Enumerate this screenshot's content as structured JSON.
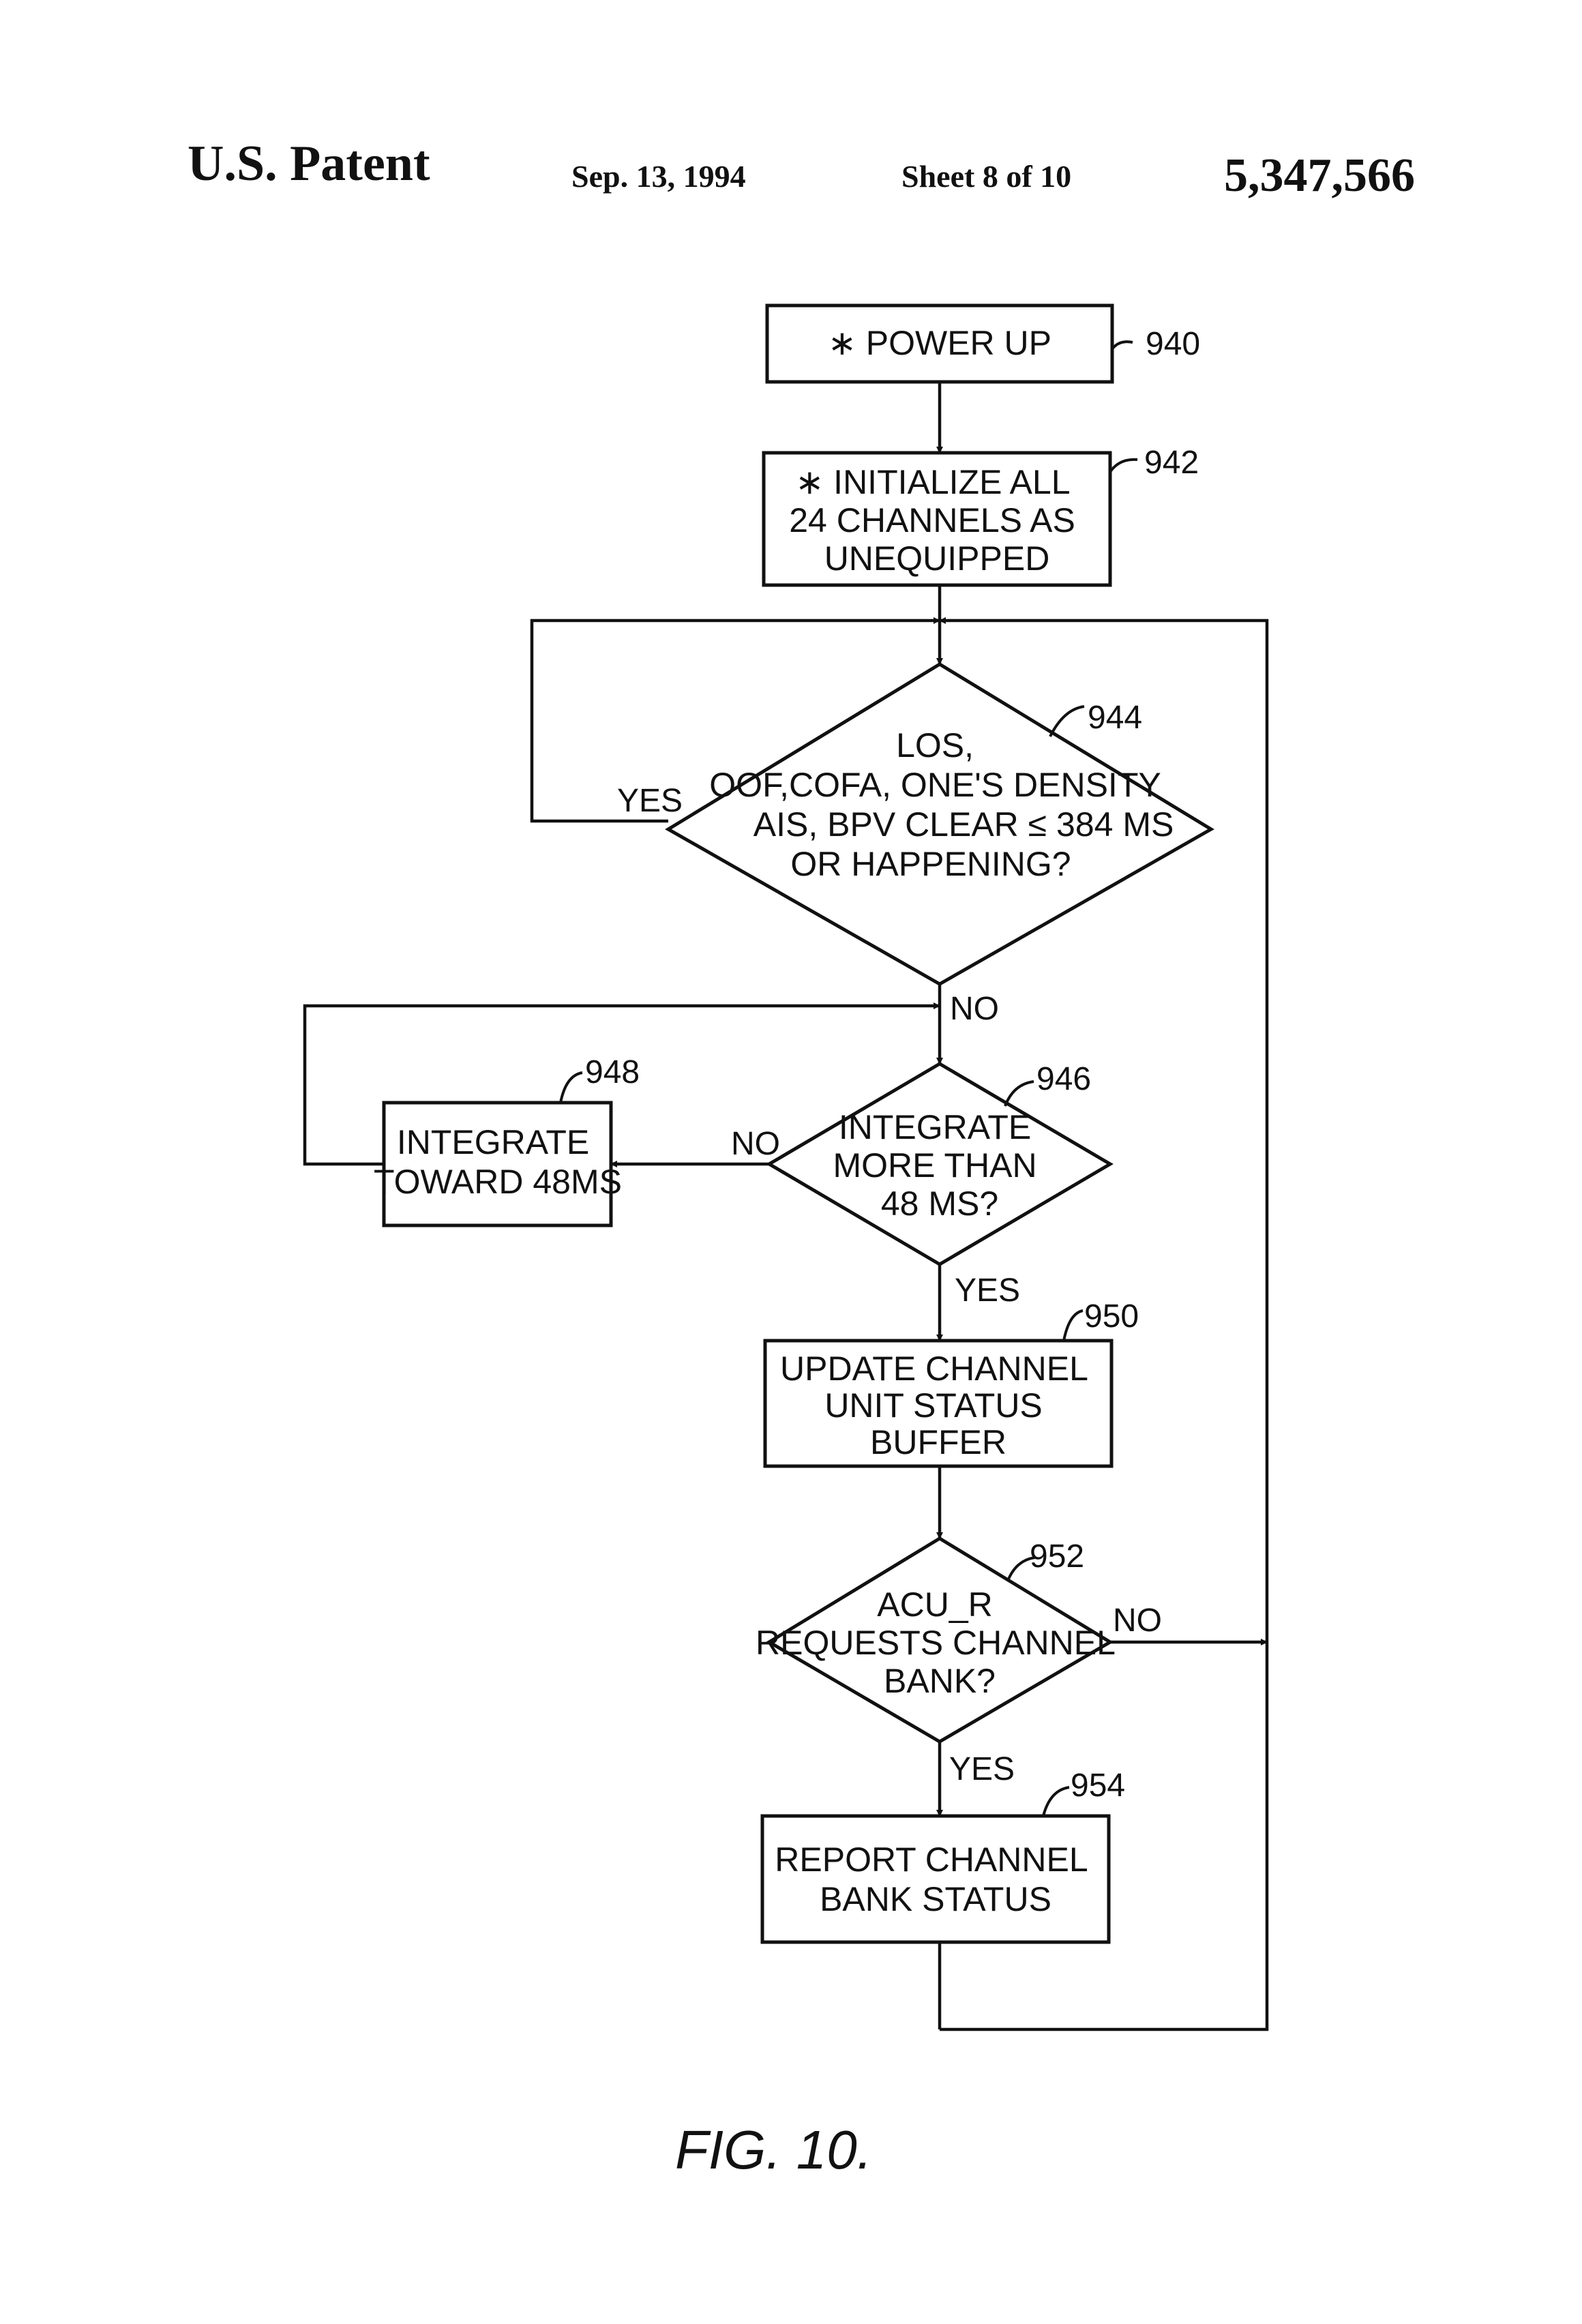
{
  "header": {
    "title": "U.S. Patent",
    "date": "Sep. 13, 1994",
    "sheet": "Sheet 8 of 10",
    "patent_number": "5,347,566"
  },
  "nodes": {
    "n940": {
      "ref": "940",
      "lines": [
        "∗ POWER UP"
      ]
    },
    "n942": {
      "ref": "942",
      "lines": [
        "∗ INITIALIZE ALL",
        "24 CHANNELS AS",
        "UNEQUIPPED"
      ]
    },
    "n944": {
      "ref": "944",
      "lines": [
        "LOS,",
        "OOF,COFA, ONE'S DENSITY",
        "AIS, BPV  CLEAR ≤ 384 MS",
        "OR HAPPENING?"
      ]
    },
    "n946": {
      "ref": "946",
      "lines": [
        "INTEGRATE",
        "MORE THAN",
        "48 MS?"
      ]
    },
    "n948": {
      "ref": "948",
      "lines": [
        "INTEGRATE",
        "TOWARD 48MS"
      ]
    },
    "n950": {
      "ref": "950",
      "lines": [
        "UPDATE CHANNEL",
        "UNIT STATUS",
        "BUFFER"
      ]
    },
    "n952": {
      "ref": "952",
      "lines": [
        "ACU_R",
        "REQUESTS CHANNEL",
        "BANK?"
      ]
    },
    "n954": {
      "ref": "954",
      "lines": [
        "REPORT CHANNEL",
        "BANK STATUS"
      ]
    }
  },
  "branches": {
    "b944_yes": "YES",
    "b944_no": "NO",
    "b946_no": "NO",
    "b946_yes": "YES",
    "b952_no": "NO",
    "b952_yes": "YES"
  },
  "figure_label": "FIG. 10."
}
